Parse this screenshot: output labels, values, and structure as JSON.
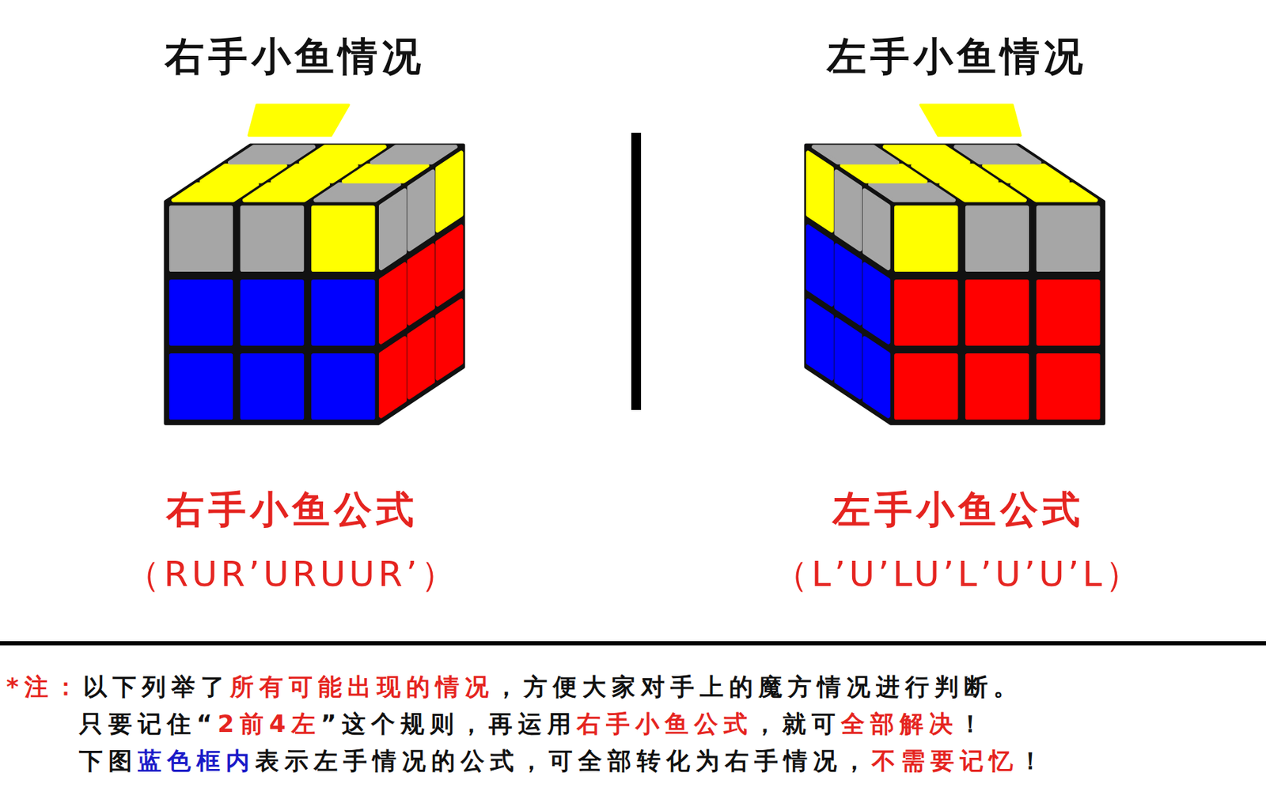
{
  "diagram": {
    "labels": [
      "右手小鱼情况",
      "左手小鱼情况",
      "右手小鱼公式",
      "（RUR’URUUR’）",
      "左手小鱼公式",
      "（L’U’LU’L’U’U’L）",
      "*注：",
      "以下列举了",
      "所有可能出现的情况",
      "，方便大家对手上的魔方情况进行判断。",
      "只要记住“",
      "2前4左",
      "”这个规则，再运用",
      "右手小鱼公式",
      "，就可",
      "全部解决",
      "！",
      "下图",
      "蓝色框内",
      "表示左手情况的公式，可全部转化为右手情况，",
      "不需要记忆",
      "！"
    ]
  }
}
